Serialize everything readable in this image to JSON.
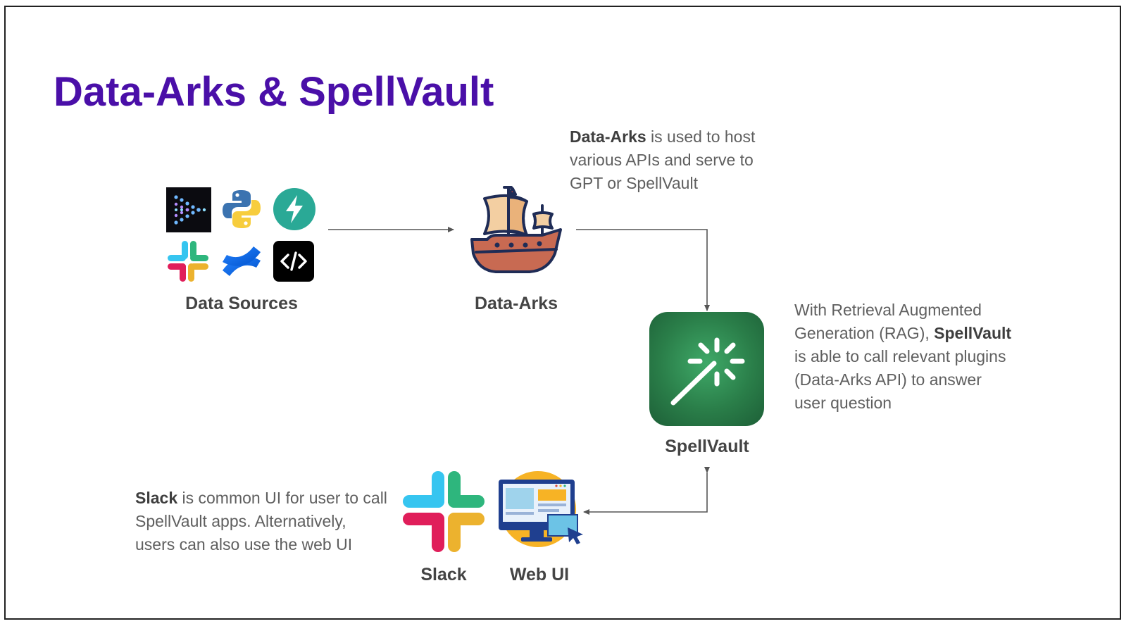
{
  "title": "Data-Arks & SpellVault",
  "colors": {
    "title": "#4a0fa8",
    "text": "#5f5f5f",
    "label": "#444444",
    "spellvault_bg": "#1e6b3b",
    "arrow": "#555555"
  },
  "notes": {
    "data_arks": {
      "bold": "Data-Arks",
      "rest": " is used to host various APIs and serve to GPT or SpellVault"
    },
    "spellvault": {
      "pre": "With Retrieval Augmented Generation (RAG), ",
      "bold": "SpellVault",
      "post": " is able to call relevant plugins (Data-Arks API) to answer user question"
    },
    "slack": {
      "bold": "Slack",
      "rest": " is common UI for user to call SpellVault apps. Alternatively, users can also use the web UI"
    }
  },
  "nodes": {
    "data_sources": {
      "label": "Data Sources",
      "icons": [
        "arrow-dots-icon",
        "python-icon",
        "fastapi-icon",
        "slack-icon",
        "confluence-icon",
        "code-icon"
      ]
    },
    "data_arks": {
      "label": "Data-Arks",
      "icon": "ship-icon"
    },
    "spellvault": {
      "label": "SpellVault",
      "icon": "magic-wand-icon"
    },
    "slack": {
      "label": "Slack",
      "icon": "slack-icon"
    },
    "web_ui": {
      "label": "Web UI",
      "icon": "web-ui-monitor-icon"
    }
  },
  "edges": [
    {
      "from": "Data Sources",
      "to": "Data-Arks"
    },
    {
      "from": "Data-Arks",
      "to": "SpellVault"
    },
    {
      "from": "SpellVault",
      "to": "Web UI",
      "bidirectional": true
    }
  ]
}
